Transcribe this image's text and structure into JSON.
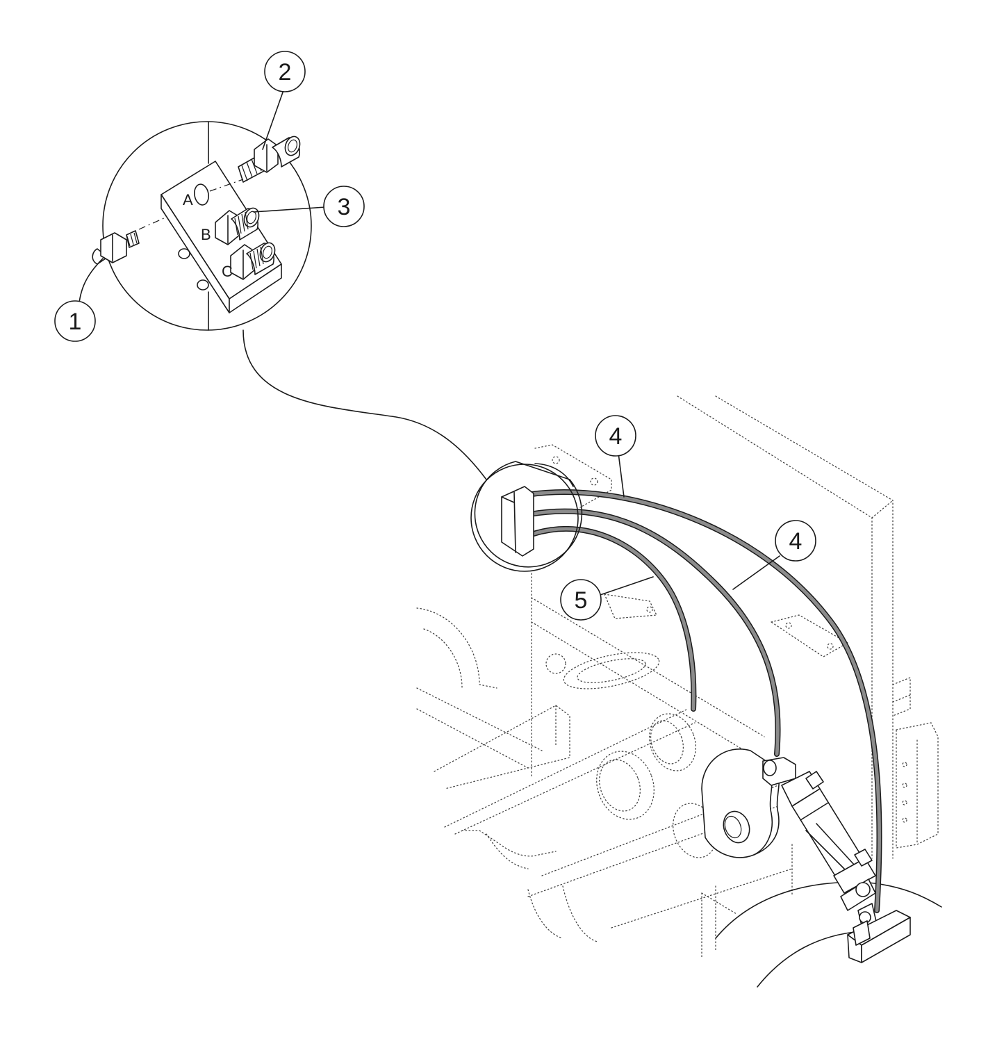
{
  "callouts": {
    "item1": "1",
    "item2": "2",
    "item3": "3",
    "item4a": "4",
    "item4b": "4",
    "item5": "5"
  },
  "ports": {
    "a": "A",
    "b": "B",
    "c": "C"
  }
}
